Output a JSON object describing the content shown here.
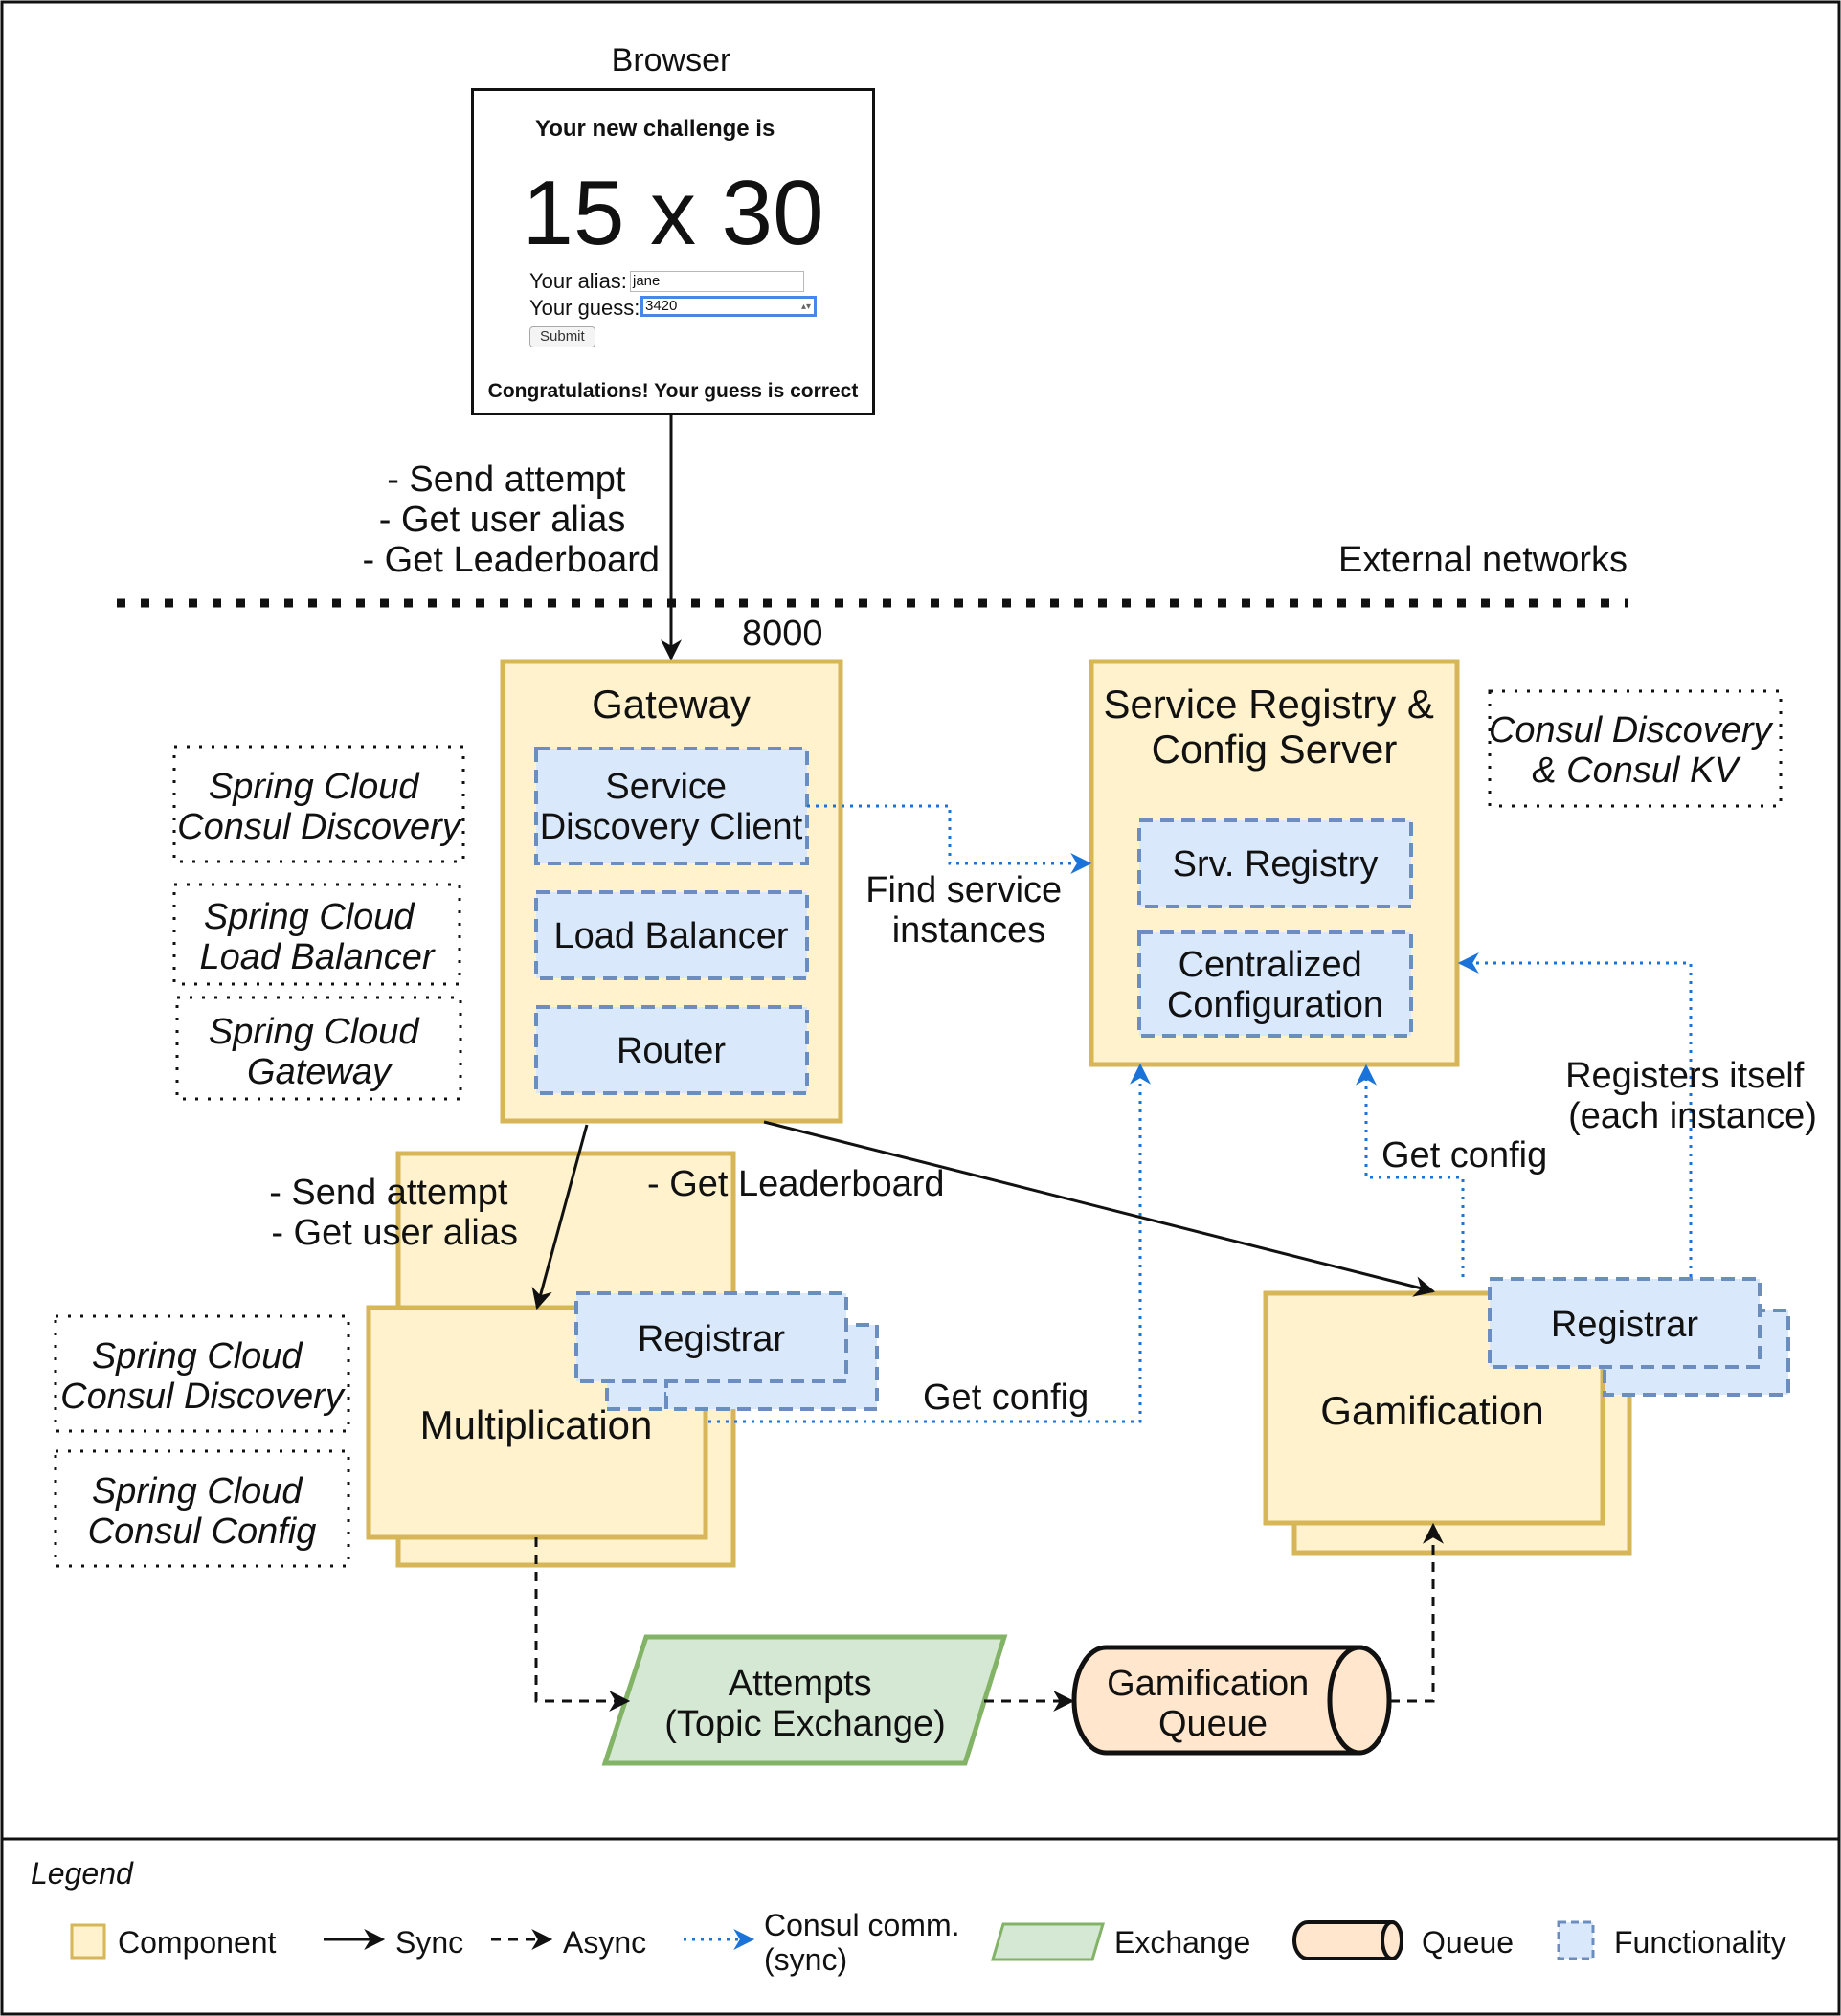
{
  "browser": {
    "title": "Browser",
    "heading": "Your new challenge is",
    "challenge": "15 x 30",
    "alias_label": "Your alias:",
    "alias_value": "jane",
    "guess_label": "Your guess:",
    "guess_value": "3420",
    "submit_label": "Submit",
    "result": "Congratulations! Your guess is correct"
  },
  "labels": {
    "browser_to_gateway": [
      "- Send attempt",
      "- Get user alias",
      "- Get Leaderboard"
    ],
    "external_networks": "External networks",
    "port": "8000",
    "find_service": [
      "Find service",
      "instances"
    ],
    "gateway_to_multiplication": [
      "- Send attempt",
      "- Get user alias"
    ],
    "gateway_to_gamification": "- Get Leaderboard",
    "get_config_multiplication": "Get config",
    "get_config_gamification": "Get config",
    "registers_itself": [
      "Registers itself",
      "(each instance)"
    ]
  },
  "gateway": {
    "title": "Gateway",
    "discovery_client": [
      "Service",
      "Discovery Client"
    ],
    "load_balancer": "Load Balancer",
    "router": "Router"
  },
  "registry": {
    "title": [
      "Service Registry &",
      "Config Server"
    ],
    "srv_registry": "Srv. Registry",
    "central_config": [
      "Centralized",
      "Configuration"
    ]
  },
  "notes": {
    "gateway_discovery": [
      "Spring Cloud",
      "Consul Discovery"
    ],
    "gateway_lb": [
      "Spring Cloud",
      "Load Balancer"
    ],
    "gateway_gw": [
      "Spring Cloud",
      "Gateway"
    ],
    "registry_tech": [
      "Consul Discovery",
      "& Consul KV"
    ],
    "mult_discovery": [
      "Spring Cloud",
      "Consul Discovery"
    ],
    "mult_config": [
      "Spring Cloud",
      "Consul Config"
    ]
  },
  "multiplication": {
    "title": "Multiplication",
    "registrar": "Registrar"
  },
  "gamification": {
    "title": "Gamification",
    "registrar": "Registrar"
  },
  "exchange": [
    "Attempts",
    "(Topic Exchange)"
  ],
  "queue": [
    "Gamification",
    "Queue"
  ],
  "legend": {
    "title": "Legend",
    "component": "Component",
    "sync": "Sync",
    "async": "Async",
    "consul": [
      "Consul comm.",
      "(sync)"
    ],
    "exchange": "Exchange",
    "queue": "Queue",
    "functionality": "Functionality"
  },
  "colors": {
    "component_fill": "#fff2cc",
    "component_stroke": "#d6b656",
    "functionality_fill": "#dae8fc",
    "functionality_stroke": "#6c8ebf",
    "exchange_fill": "#d5e8d4",
    "exchange_stroke": "#82b366",
    "queue_fill": "#ffe6cc",
    "consul_arrow": "#1a73d8"
  }
}
